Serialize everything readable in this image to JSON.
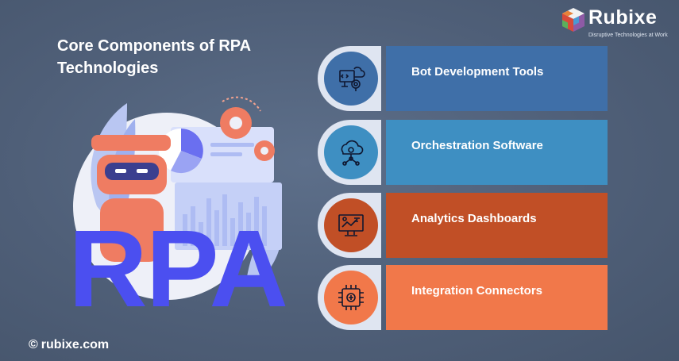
{
  "title": "Core Components of RPA Technologies",
  "brand": {
    "name": "Rubixe",
    "tagline": "Disruptive Technologies at Work",
    "logo_icon": "cube-logo-icon"
  },
  "illustration": {
    "text": "RPA"
  },
  "components": [
    {
      "label": "Bot Development Tools",
      "icon": "code-gear-icon",
      "color": "#3f6fa8"
    },
    {
      "label": "Orchestration Software",
      "icon": "cloud-network-icon",
      "color": "#3e8fc2"
    },
    {
      "label": "Analytics Dashboards",
      "icon": "analytics-monitor-icon",
      "color": "#c14f26"
    },
    {
      "label": "Integration Connectors",
      "icon": "chip-connector-icon",
      "color": "#f1784a"
    }
  ],
  "footer": {
    "symbol": "©",
    "text": "rubixe.com"
  }
}
